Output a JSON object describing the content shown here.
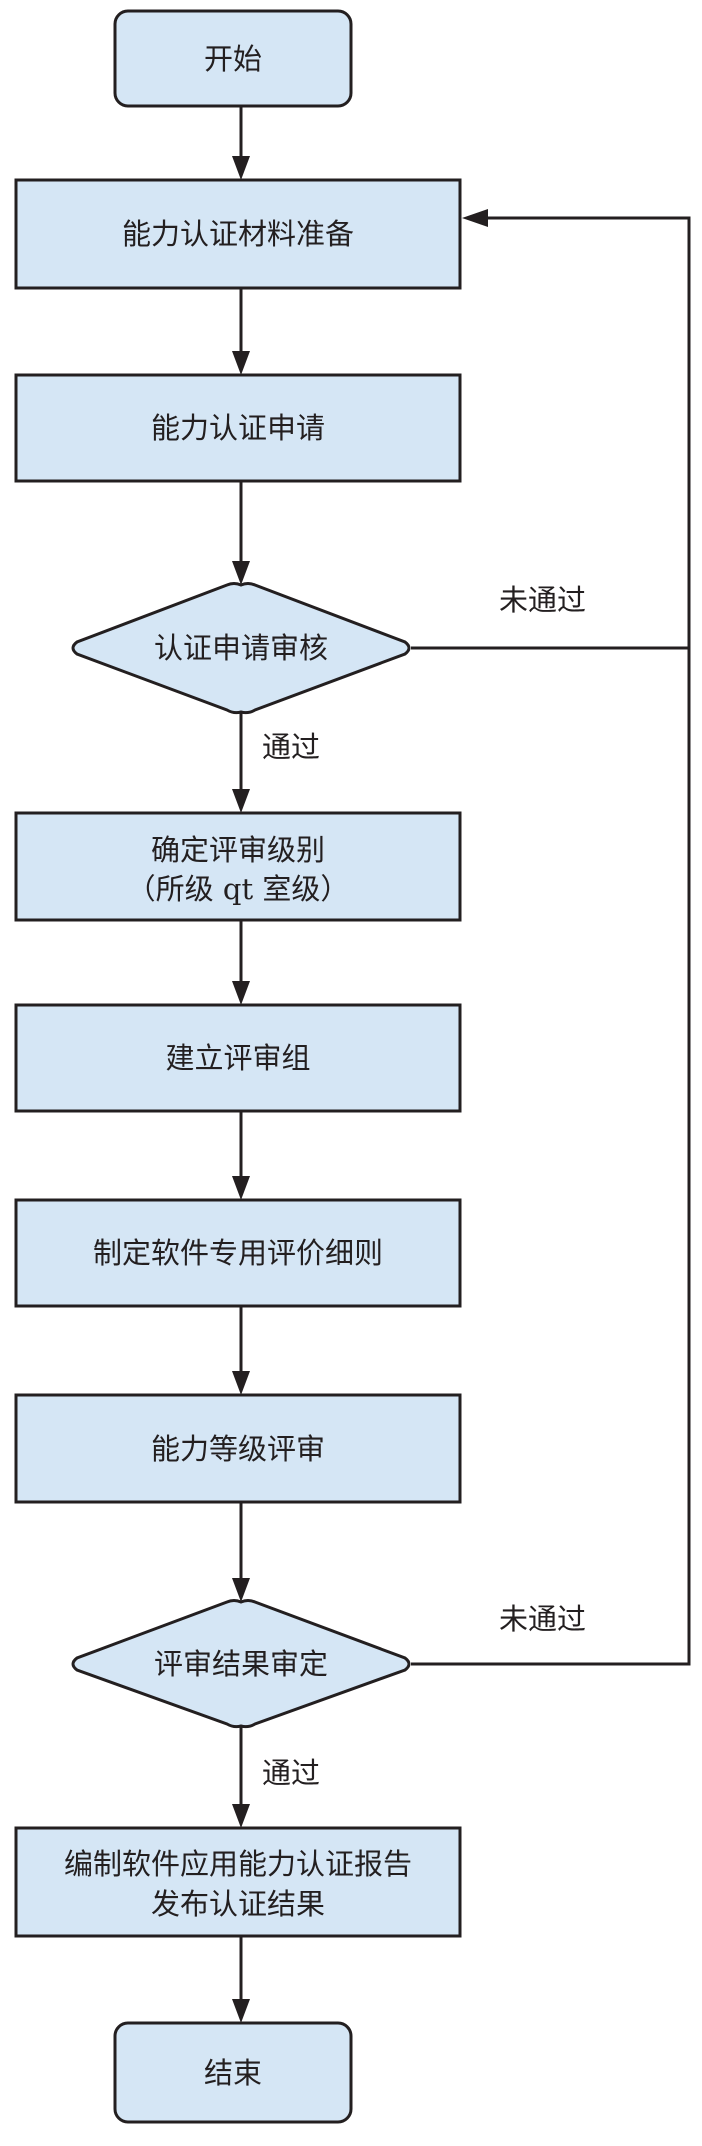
{
  "title": "能力认证流程",
  "nodes": {
    "start": "开始",
    "prepare": "能力认证材料准备",
    "apply": "能力认证申请",
    "review_apply": "认证申请审核",
    "level_line1": "确定评审级别",
    "level_line2": "（所级 qt 室级）",
    "team": "建立评审组",
    "rules": "制定软件专用评价细则",
    "grade_review": "能力等级评审",
    "result_review": "评审结果审定",
    "report_line1": "编制软件应用能力认证报告",
    "report_line2": "发布认证结果",
    "end": "结束"
  },
  "edges": {
    "pass_1": "通过",
    "fail_1": "未通过",
    "pass_2": "通过",
    "fail_2": "未通过"
  },
  "colors": {
    "fill": "#d5e6f5",
    "stroke": "#231f20"
  }
}
